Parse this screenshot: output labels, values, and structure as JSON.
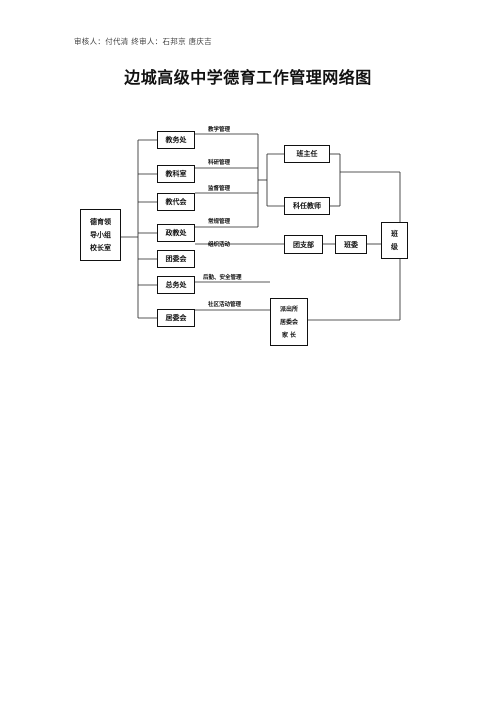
{
  "header": {
    "reviewers": "审核人：付代清   终审人：石邦京   唐庆吉"
  },
  "title": "边城高级中学德育工作管理网络图",
  "boxes": {
    "leader": [
      "德育领",
      "导小组",
      "校长室"
    ],
    "jiaowu": "教务处",
    "jiaoke": "教科室",
    "jiaodai": "教代会",
    "zhengjiao": "政教处",
    "tuanwei": "团委会",
    "zongwu": "总务处",
    "juwei": "居委会",
    "banzhuren": "班主任",
    "keren": "科任教师",
    "tuanzhibu": "团支部",
    "banwei": "班委",
    "banji": [
      "班",
      "级"
    ],
    "community": [
      "派出所",
      "居委会",
      "家 长"
    ]
  },
  "labels": {
    "teaching": "教学管理",
    "research": "科研管理",
    "supervision": "监督管理",
    "routine": "常规管理",
    "activity": "组织活动",
    "logistics": "后勤、安全管理",
    "community": "社区活动管理"
  }
}
